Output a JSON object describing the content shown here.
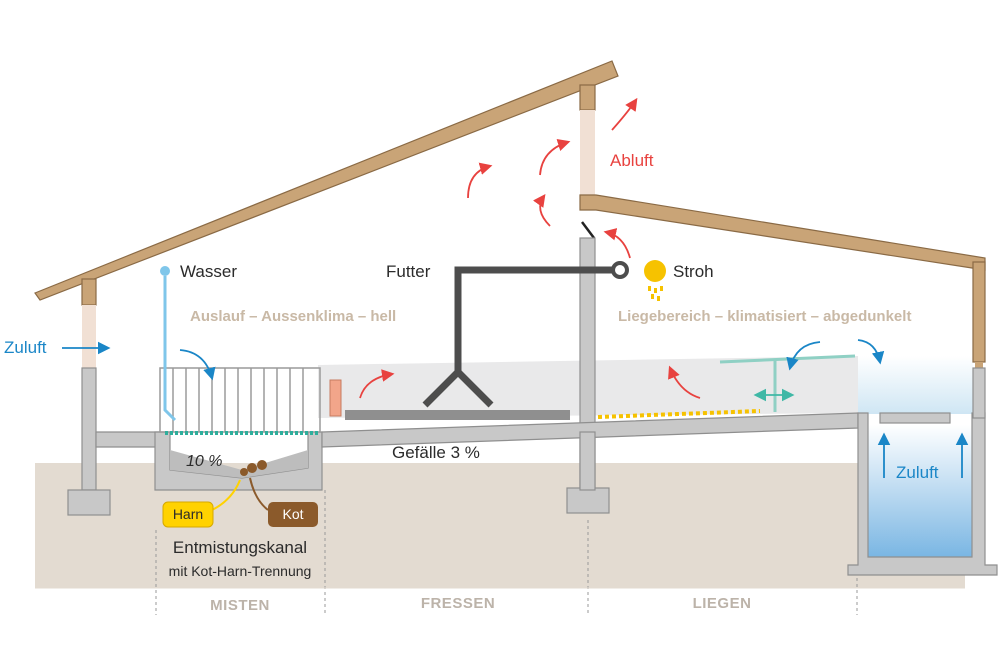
{
  "labels": {
    "wasser": "Wasser",
    "futter": "Futter",
    "stroh": "Stroh",
    "abluft": "Abluft",
    "zuluft_left": "Zuluft",
    "zuluft_right": "Zuluft",
    "auslauf": "Auslauf – Aussenklima  – hell",
    "liegebereich": "Liegebereich – klimatisiert – abgedunkelt",
    "gefaelle": "Gefälle 3 %",
    "slope_channel": "10 %",
    "harn": "Harn",
    "kot": "Kot",
    "channel_title": "Entmistungskanal",
    "channel_subtitle": "mit Kot-Harn-Trennung"
  },
  "zones": [
    "MISTEN",
    "FRESSEN",
    "LIEGEN"
  ],
  "colors": {
    "wood": "#c9a477",
    "concrete": "#c8c8c8",
    "ground": "#e3dbd1",
    "warm_air": "#e8423f",
    "fresh_air": "#1a86c7",
    "water": "#7fc6ea",
    "harn": "#ffd200",
    "kot": "#8b5a2b",
    "feed_pipe": "#4d4d4d",
    "teal": "#3fb8a6",
    "straw_sun": "#f6c200"
  }
}
